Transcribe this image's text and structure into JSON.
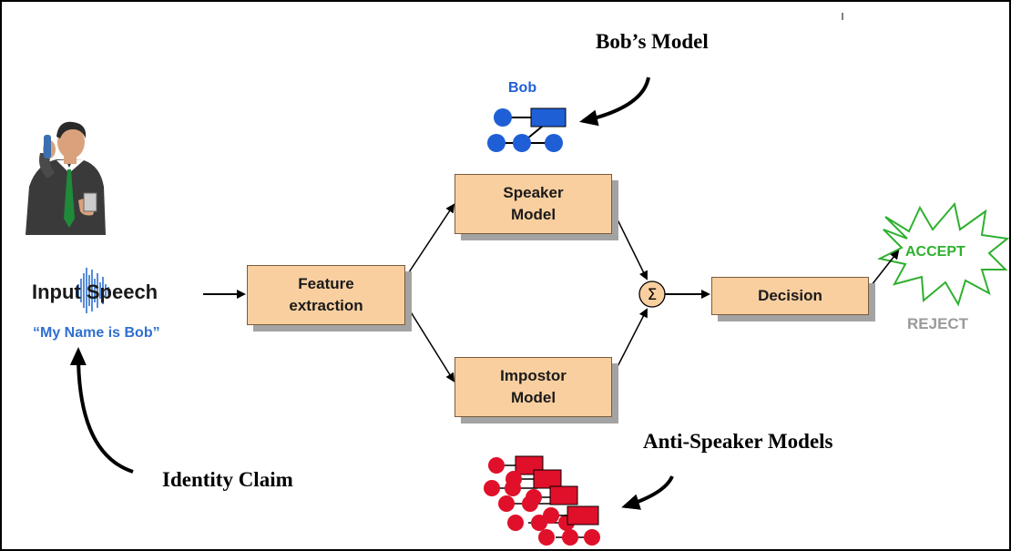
{
  "labels": {
    "bobs_model": "Bob’s Model",
    "bob": "Bob",
    "input_speech": "Input Speech",
    "claim_quote": "“My Name is Bob”",
    "identity_claim": "Identity Claim",
    "anti_speaker_models": "Anti-Speaker Models",
    "accept": "ACCEPT",
    "reject": "REJECT",
    "sum_symbol": "Σ"
  },
  "boxes": {
    "feature_extraction": "Feature\nextraction",
    "speaker_model": "Speaker\nModel",
    "impostor_model": "Impostor\nModel",
    "decision": "Decision"
  },
  "colors": {
    "box_fill": "#f9cfa0",
    "box_shadow": "#a3a3a3",
    "model_blue": "#1f5fd6",
    "model_red": "#e0102a",
    "accept_green": "#2fb02f",
    "reject_gray": "#9a9a9a",
    "claim_blue": "#2f6fd0"
  },
  "icons": [
    "businessman-on-phone-icon",
    "speech-waveform-icon",
    "bob-model-graph-icon",
    "anti-speaker-models-graph-icon",
    "accept-starburst-icon",
    "summation-node-icon"
  ]
}
